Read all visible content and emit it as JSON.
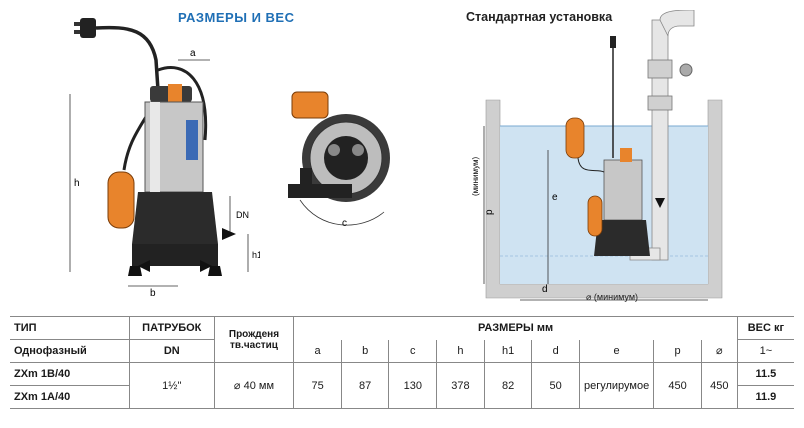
{
  "header": {
    "title": "РАЗМЕРЫ И ВЕС",
    "install_title": "Стандартная установка"
  },
  "drawing_labels": {
    "a": "a",
    "b": "b",
    "c": "c",
    "h": "h",
    "h1": "h1",
    "dn": "DN",
    "p": "p",
    "p_min": "(минимум)",
    "e": "e",
    "d": "d",
    "diam_min": "⌀ (минимум)"
  },
  "table": {
    "col_type": "ТИП",
    "col_outlet": "ПАТРУБОК",
    "col_solids_1": "Прожденя",
    "col_solids_2": "тв.частиц",
    "col_dims": "РАЗМЕРЫ мм",
    "col_weight": "ВЕС кг",
    "phase": "Однофазный",
    "outlet_sub": "DN",
    "dim_headers": [
      "a",
      "b",
      "c",
      "h",
      "h1",
      "d",
      "e",
      "p",
      "⌀"
    ],
    "weight_sub": "1~",
    "outlet_value": "1½\"",
    "solids_value": "⌀ 40 мм",
    "dim_values": [
      "75",
      "87",
      "130",
      "378",
      "82",
      "50",
      "регулирумое",
      "450",
      "450"
    ],
    "models": [
      {
        "name": "ZXm 1B/40",
        "weight": "11.5"
      },
      {
        "name": "ZXm 1A/40",
        "weight": "11.9"
      }
    ]
  },
  "colors": {
    "title_blue": "#1f6fb5",
    "float_orange": "#e8842c",
    "water_blue": "#cfe3f2",
    "pump_body": "#2b2b2b"
  }
}
